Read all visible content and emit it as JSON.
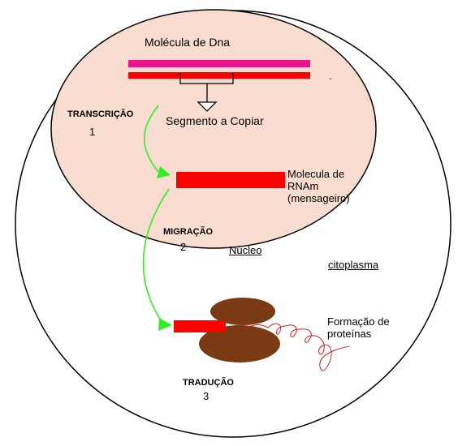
{
  "labels": {
    "dna_title": "Molécula de Dna",
    "segment": "Segmento a Copiar",
    "transcription": "TRANSCRIÇÃO",
    "transcription_num": "1",
    "rna_line1": "Molecula de",
    "rna_line2": "RNAm",
    "rna_line3": "(mensageiro)",
    "migration": "MIGRAÇÃO",
    "migration_num": "2",
    "nucleus": "Núcleo",
    "cytoplasm": "citoplasma",
    "protein_line1": "Formação de",
    "protein_line2": "proteínas",
    "translation": "TRADUÇÃO",
    "translation_num": "3"
  },
  "colors": {
    "nucleus_fill": "#f8dcd0",
    "dna_strand_top": "#e8188c",
    "dna_strand_bottom": "#ff0000",
    "rna_fill": "#ff0000",
    "arrow_green": "#33ee22",
    "ribosome_fill": "#7a3a14",
    "protein_chain": "#cc2222",
    "outline": "#000000"
  }
}
